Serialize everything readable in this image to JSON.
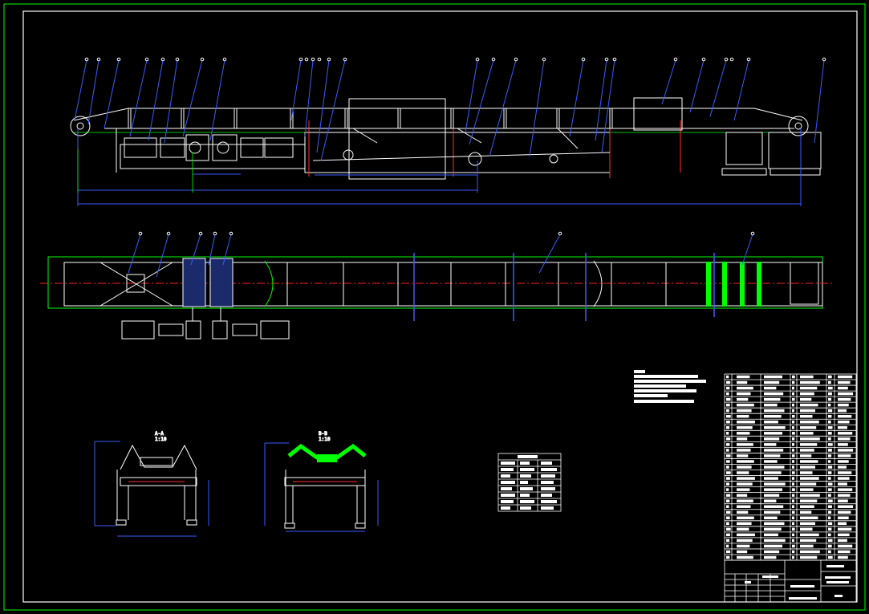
{
  "drawing": {
    "colors": {
      "background": "#000000",
      "frame": "#00ff00",
      "linework": "#ffffff",
      "dimensions": "#3a5cff",
      "centerline": "#ff2020",
      "highlight": "#00ff00",
      "belt": "#00ff00"
    },
    "section_labels": [
      "A-A",
      "B-B"
    ],
    "section_scales": [
      "1:10",
      "1:10"
    ]
  }
}
